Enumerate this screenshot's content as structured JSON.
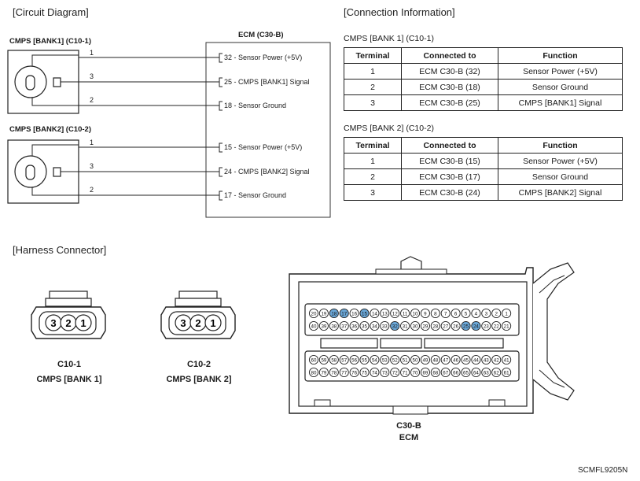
{
  "circuit": {
    "title": "[Circuit Diagram]",
    "ecm_title": "ECM (C30-B)",
    "bank1": {
      "label": "CMPS [BANK1] (C10-1)",
      "pins": [
        "1",
        "3",
        "2"
      ],
      "ecm_terminals": [
        "32 - Sensor Power (+5V)",
        "25 - CMPS [BANK1] Signal",
        "18 - Sensor Ground"
      ]
    },
    "bank2": {
      "label": "CMPS [BANK2] (C10-2)",
      "pins": [
        "1",
        "3",
        "2"
      ],
      "ecm_terminals": [
        "15 - Sensor Power (+5V)",
        "24 - CMPS [BANK2] Signal",
        "17 - Sensor Ground"
      ]
    }
  },
  "connection": {
    "title": "[Connection Information]",
    "headers": [
      "Terminal",
      "Connected to",
      "Function"
    ],
    "table1": {
      "caption": "CMPS [BANK 1] (C10-1)",
      "rows": [
        [
          "1",
          "ECM C30-B (32)",
          "Sensor Power (+5V)"
        ],
        [
          "2",
          "ECM C30-B (18)",
          "Sensor Ground"
        ],
        [
          "3",
          "ECM C30-B (25)",
          "CMPS [BANK1] Signal"
        ]
      ]
    },
    "table2": {
      "caption": "CMPS [BANK 2] (C10-2)",
      "rows": [
        [
          "1",
          "ECM C30-B (15)",
          "Sensor Power (+5V)"
        ],
        [
          "2",
          "ECM C30-B (17)",
          "Sensor Ground"
        ],
        [
          "3",
          "ECM C30-B (24)",
          "CMPS [BANK2] Signal"
        ]
      ]
    }
  },
  "harness": {
    "title": "[Harness Connector]",
    "c10_1": {
      "pins": [
        "3",
        "2",
        "1"
      ],
      "code": "C10-1",
      "name": "CMPS [BANK 1]"
    },
    "c10_2": {
      "pins": [
        "3",
        "2",
        "1"
      ],
      "code": "C10-2",
      "name": "CMPS [BANK 2]"
    },
    "ecm": {
      "code": "C30-B",
      "name": "ECM",
      "row1": [
        "20",
        "19",
        "18",
        "17",
        "16",
        "15",
        "14",
        "13",
        "12",
        "11",
        "10",
        "9",
        "8",
        "7",
        "6",
        "5",
        "4",
        "3",
        "2",
        "1"
      ],
      "row2": [
        "40",
        "39",
        "38",
        "37",
        "36",
        "35",
        "34",
        "33",
        "32",
        "31",
        "30",
        "29",
        "28",
        "27",
        "26",
        "25",
        "24",
        "23",
        "22",
        "21"
      ],
      "row3": [
        "60",
        "59",
        "58",
        "57",
        "56",
        "55",
        "54",
        "53",
        "52",
        "51",
        "50",
        "49",
        "48",
        "47",
        "46",
        "45",
        "44",
        "43",
        "42",
        "41"
      ],
      "row4": [
        "80",
        "79",
        "78",
        "77",
        "76",
        "75",
        "74",
        "73",
        "72",
        "71",
        "70",
        "69",
        "68",
        "67",
        "66",
        "65",
        "64",
        "63",
        "62",
        "61"
      ],
      "highlighted": [
        "18",
        "17",
        "15",
        "32",
        "25",
        "24"
      ],
      "highlight_color": "#6aa6d6"
    }
  },
  "footer": {
    "code": "SCMFL9205N"
  }
}
